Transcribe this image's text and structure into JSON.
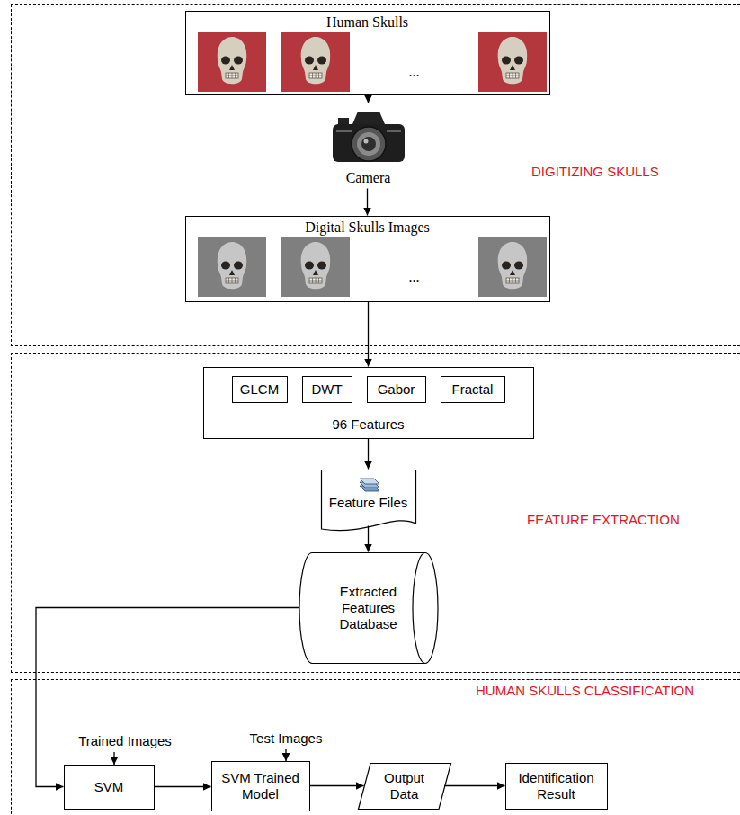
{
  "diagram": {
    "nodes": [
      {
        "text": [
          "DIGITIZING SKULLS"
        ]
      },
      {
        "text": [
          "Human Skulls",
          "..."
        ],
        "in": 0
      },
      {
        "text": [
          "Camera"
        ],
        "in": 0
      },
      {
        "text": [
          "Digital Skulls Images",
          "..."
        ],
        "in": 0
      },
      {
        "text": [
          "FEATURE EXTRACTION"
        ]
      },
      {
        "text": [
          "96 Features"
        ],
        "in": 4
      },
      {
        "text": [
          "GLCM"
        ],
        "in": 5
      },
      {
        "text": [
          "DWT"
        ],
        "in": 5
      },
      {
        "text": [
          "Gabor"
        ],
        "in": 5
      },
      {
        "text": [
          "Fractal"
        ],
        "in": 5
      },
      {
        "text": [
          "Feature Files"
        ],
        "in": 4
      },
      {
        "text": [
          "Extracted Features Database"
        ],
        "in": 4
      },
      {
        "text": [
          "HUMAN SKULLS CLASSIFICATION"
        ]
      },
      {
        "text": [
          "SVM"
        ],
        "in": 12
      },
      {
        "text": [
          "SVM Trained Model"
        ],
        "in": 12
      },
      {
        "text": [
          "Output Data"
        ],
        "in": 12
      },
      {
        "text": [
          "Identification Result"
        ],
        "in": 12
      }
    ],
    "edges": [
      {
        "from": 1,
        "to": 2,
        "arrow": "to"
      },
      {
        "from": 2,
        "to": 3,
        "arrow": "to"
      },
      {
        "from": 3,
        "to": 5,
        "arrow": "to"
      },
      {
        "from": 5,
        "to": 10,
        "arrow": "to"
      },
      {
        "from": 10,
        "to": 11,
        "arrow": "to"
      },
      {
        "from": 11,
        "to": 13,
        "arrow": "to"
      },
      {
        "from": 13,
        "to": 14,
        "arrow": "to"
      },
      {
        "from": 14,
        "to": 15,
        "arrow": "to"
      },
      {
        "from": 15,
        "to": 16,
        "arrow": "to"
      }
    ],
    "labels": [
      "Trained Images",
      "Test Images"
    ]
  }
}
